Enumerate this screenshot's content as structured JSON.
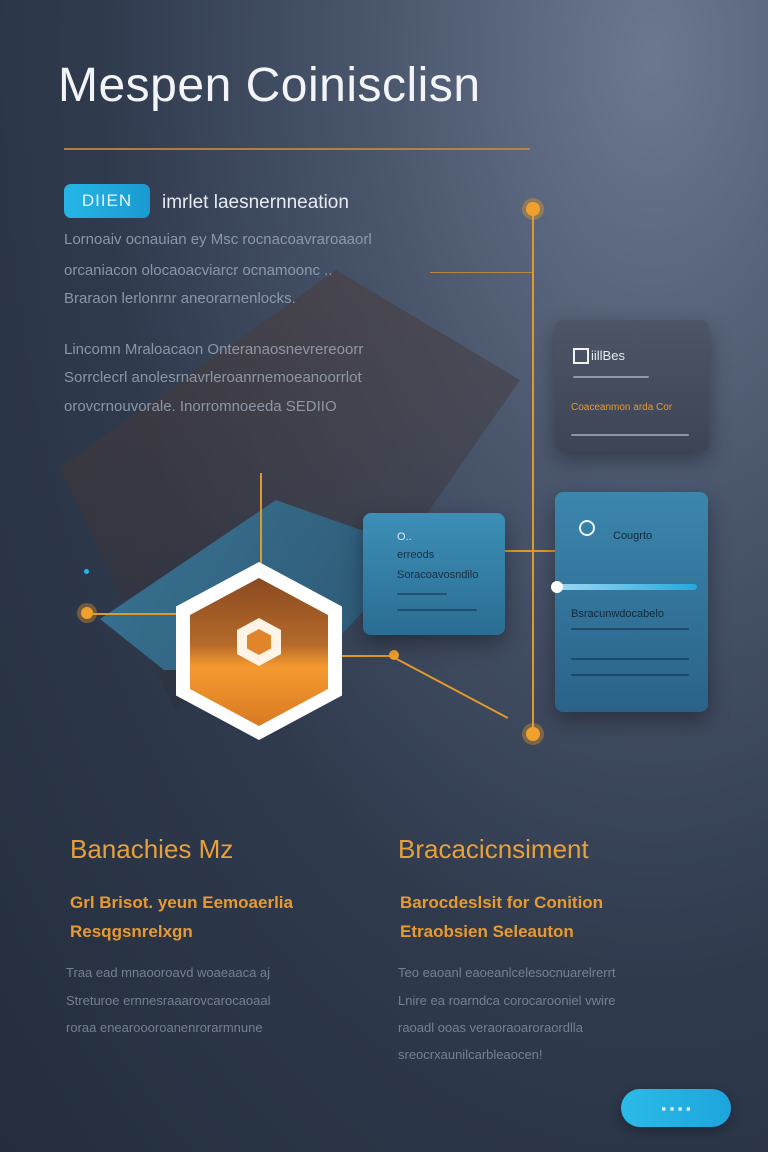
{
  "header": {
    "title": "Mespen Coinisclisn",
    "badge": "DIIEN",
    "subtitle": "imrlet laesnernneation"
  },
  "intro": {
    "lines": [
      "Lornoaiv ocnauian ey Msc rocnacoavraroaaorl",
      "orcaniacon olocaoacviarcr ocnamoonc ..",
      "Braraon lerlonrnr aneorarnenlocks.",
      "Lincomn   Mraloacaon Onteranaosnevrereoorr",
      "Sorrclecrl anolesrnavrleroanrnemoeanoorrlot",
      "orovcrnouvorale.   Inorromnoeeda SEDIIO"
    ]
  },
  "cards": {
    "top": {
      "label": "iillBes",
      "caption": "Coaceanmon arda Cor"
    },
    "middle": {
      "icon_label": "O..",
      "title": "erreods",
      "subtitle": "Soracoavosndilo"
    },
    "right": {
      "label": "Cougrto",
      "title": "Bsracunwdocabelo"
    }
  },
  "sections": [
    {
      "heading": "Banachies Mz",
      "sub1": "Grl Brisot. yeun Eemoaerlia",
      "sub2": "Resqgsnrelxgn",
      "body": [
        "Traa ead mnaooroavd woaeaaca aj",
        "Streturoe ernnesraaarovcarocaoaal",
        "roraa enearoooroanenrorarmnune"
      ]
    },
    {
      "heading": "Bracacicnsiment",
      "sub1": "Barocdeslsit for Conition",
      "sub2": "Etraobsien Seleauton",
      "body": [
        "Teo eaoanl eaoeanlcelesocnuarelrerrt",
        "Lnire ea roarndca corocarooniel vwire",
        "raoadl ooas veraoraoaroraordlla",
        "sreocrxaunilcarbleaocen!"
      ]
    }
  ],
  "cta": {
    "label": "▪ ▪ ▪ ▪"
  },
  "colors": {
    "accent_orange": "#e09a2c",
    "accent_blue": "#25b5e6",
    "background": "#2f3a4d"
  },
  "icons": {
    "badge_icon": "shield-hex-icon"
  }
}
